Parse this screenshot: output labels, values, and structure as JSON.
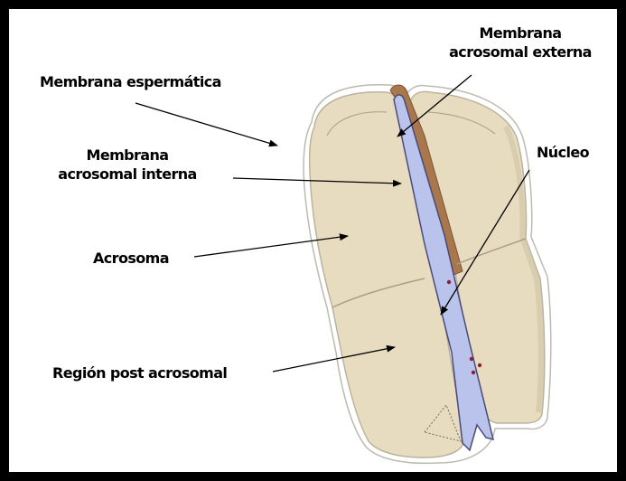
{
  "labels": {
    "membrana_espermatica": "Membrana espermática",
    "membrana_acrosomal_externa_1": "Membrana",
    "membrana_acrosomal_externa_2": "acrosomal externa",
    "membrana_acrosomal_interna_1": "Membrana",
    "membrana_acrosomal_interna_2": "acrosomal interna",
    "acrosoma": "Acrosoma",
    "nucleo": "Núcleo",
    "region_post_acrosomal": "Región post acrosomal"
  },
  "colors": {
    "frame": "#000000",
    "cell_body": "#e8dcc0",
    "cell_outline": "#b9b39f",
    "nucleus": "#b9c3ec",
    "acrosomal_membrane": "#a8774c",
    "nucleus_dots": "#8a1f3a"
  }
}
